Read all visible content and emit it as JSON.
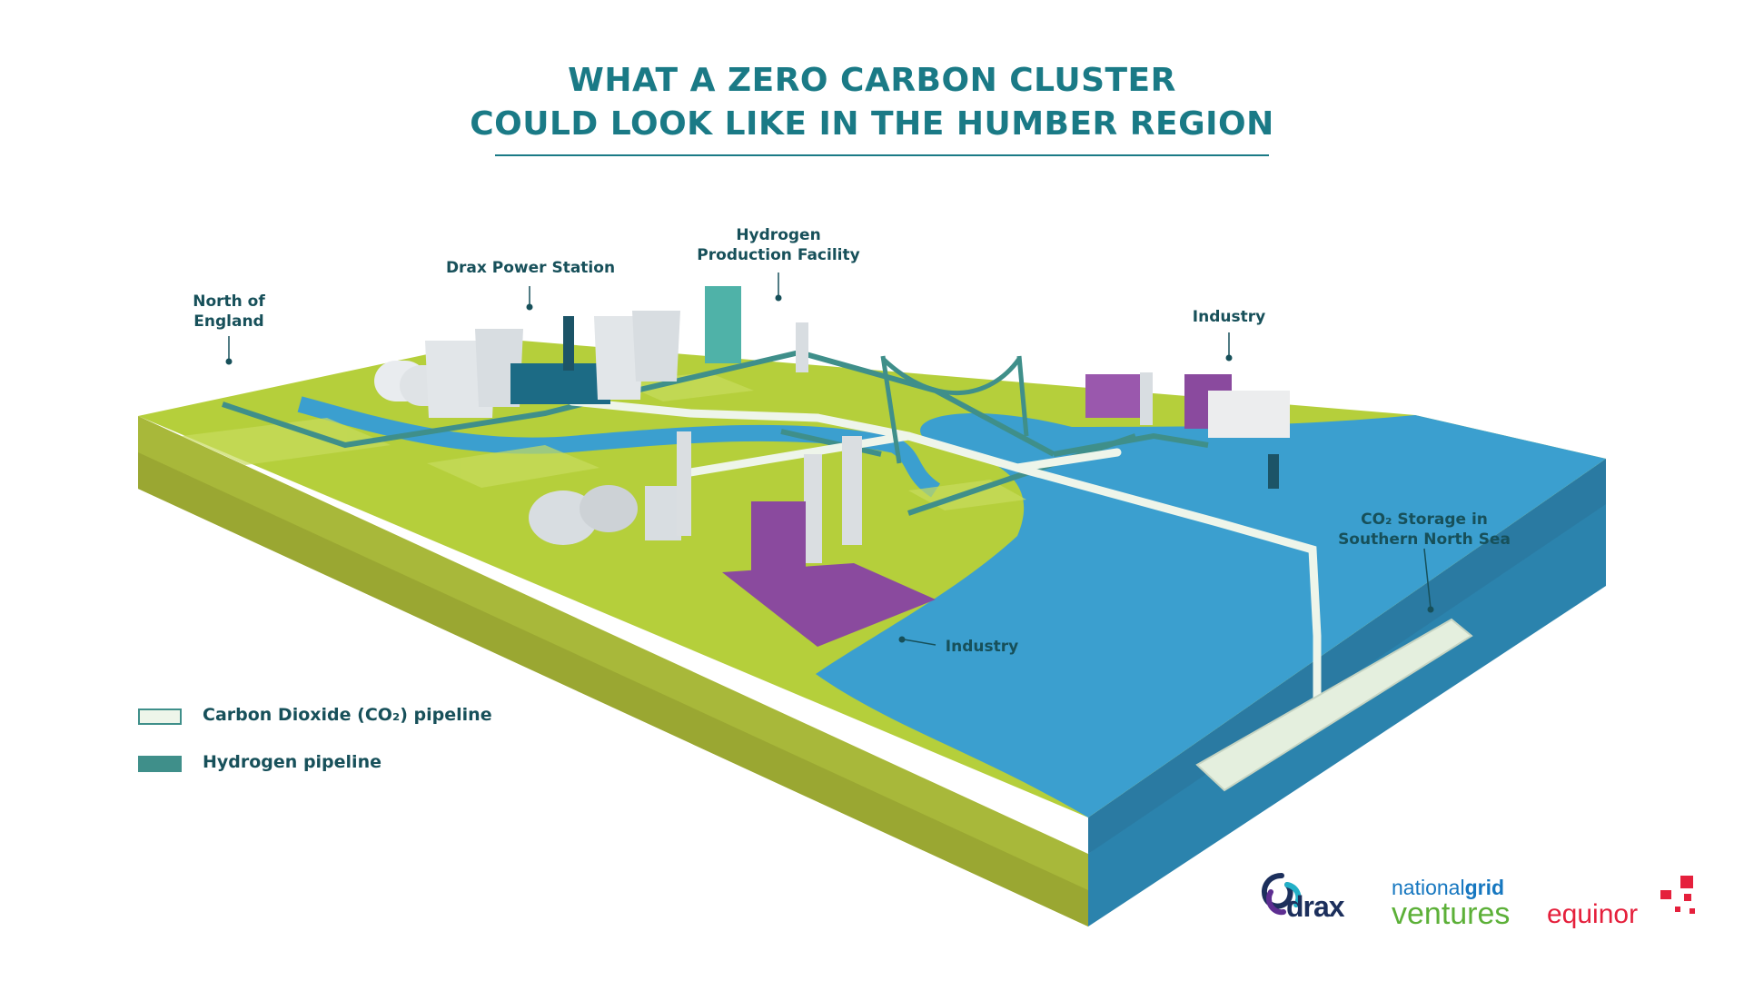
{
  "title": {
    "line1": "WHAT A ZERO CARBON CLUSTER",
    "line2": "COULD LOOK LIKE IN THE HUMBER REGION"
  },
  "labels": {
    "north_of_england_1": "North of",
    "north_of_england_2": "England",
    "drax_power_station": "Drax Power Station",
    "hydrogen_facility_1": "Hydrogen",
    "hydrogen_facility_2": "Production Facility",
    "industry_east": "Industry",
    "industry_south": "Industry",
    "co2_storage_1": "CO₂ Storage in",
    "co2_storage_2": "Southern North Sea"
  },
  "legend": {
    "co2_pipeline": "Carbon Dioxide (CO₂) pipeline",
    "hydrogen_pipeline": "Hydrogen pipeline"
  },
  "logos": {
    "drax": "drax",
    "nationalgrid_a": "national",
    "nationalgrid_b": "grid",
    "nationalgrid_c": "ventures",
    "equinor": "equinor"
  },
  "colors": {
    "title": "#1a7a86",
    "label": "#17505a",
    "land": "#b5cf3b",
    "sea": "#3b9fcf",
    "co2_pipe": "#eef5ea",
    "h2_pipe": "#3f8f8a",
    "industry_purple": "#8a4a9e",
    "equinor_red": "#e5203c",
    "ng_blue": "#1677c0",
    "ng_green": "#5cb038"
  },
  "icons": {
    "drax": "drax-logo-icon",
    "equinor": "equinor-star-icon"
  }
}
